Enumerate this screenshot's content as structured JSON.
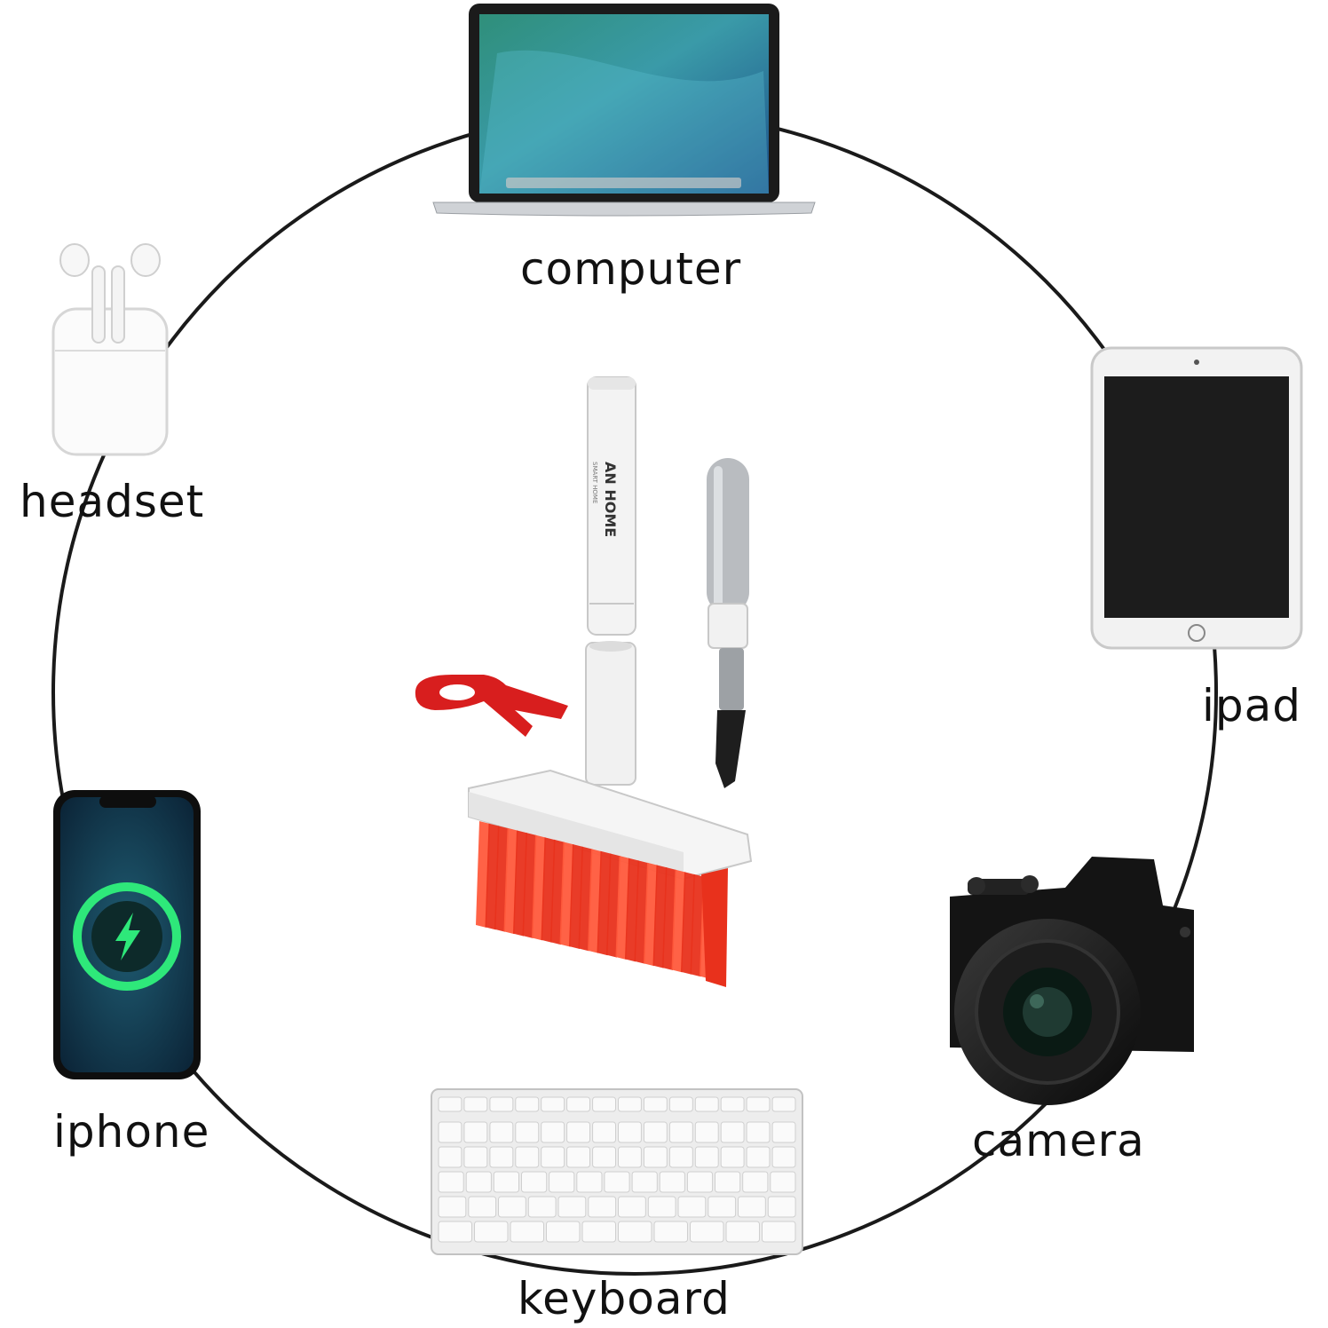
{
  "labels": {
    "computer": "computer",
    "ipad": "ipad",
    "camera": "camera",
    "keyboard": "keyboard",
    "iphone": "iphone",
    "headset": "headset"
  },
  "product": {
    "brand": "AN HOME",
    "brand_sub": "SMART HOME"
  },
  "colors": {
    "ring": "#1a1a1a",
    "bristles": "#e8311c",
    "brush_body": "#f4f4f4",
    "keycap_tool": "#d81e1e",
    "phone_glow": "#2ee87a"
  }
}
